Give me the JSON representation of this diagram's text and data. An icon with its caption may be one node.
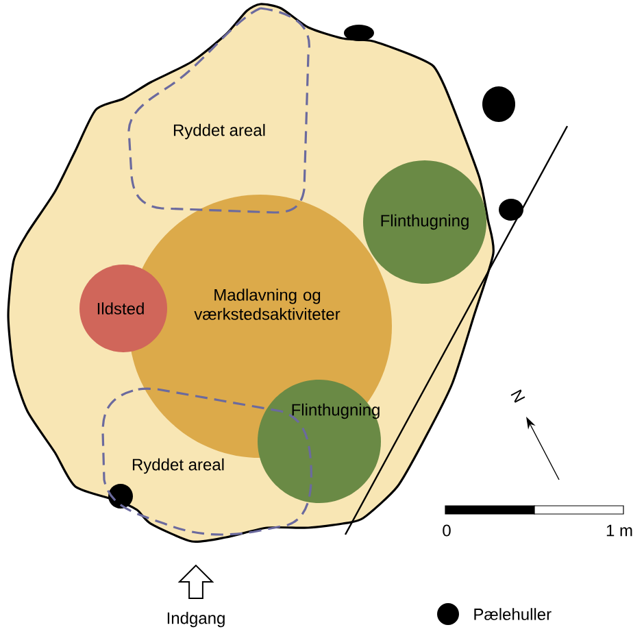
{
  "diagram": {
    "nodes": [
      {
        "text": [
          "Ryddet areal"
        ]
      },
      {
        "text": [
          "Flinthugning"
        ]
      },
      {
        "text": [
          "Madlavning og værkstedsaktiviteter"
        ]
      },
      {
        "text": [
          "Ildsted"
        ]
      },
      {
        "text": [
          "Flinthugning"
        ]
      },
      {
        "text": [
          "Ryddet areal"
        ]
      }
    ],
    "labels": [
      "N",
      "0",
      "1 m",
      "Indgang"
    ],
    "legend": [
      {
        "text": "Pælehuller"
      }
    ]
  }
}
